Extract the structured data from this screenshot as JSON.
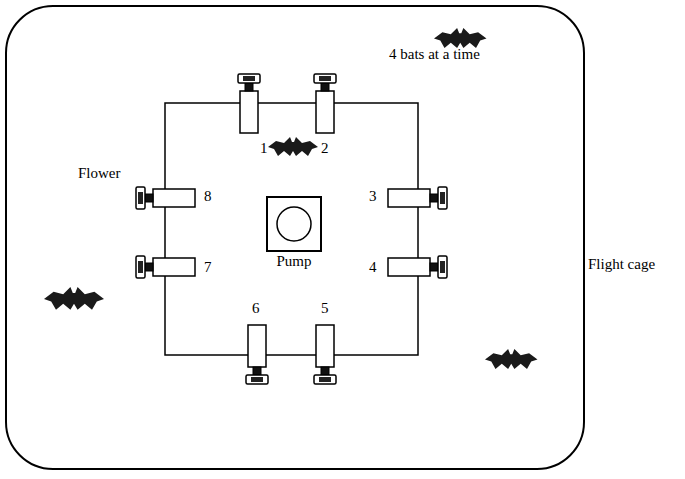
{
  "diagram": {
    "nodes": [
      {
        "text": [
          "Flight cage"
        ]
      },
      {
        "text": [
          "Pump"
        ],
        "in": 0
      }
    ],
    "labels": [
      "4 bats at a time",
      "Flower",
      "1",
      "2",
      "3",
      "4",
      "5",
      "6",
      "7",
      "8"
    ]
  }
}
